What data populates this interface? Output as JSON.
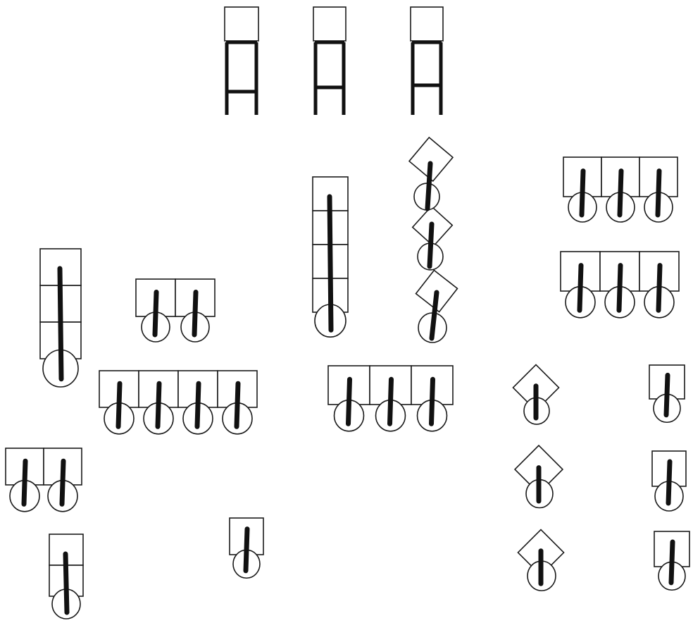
{
  "ink_color": "#111111",
  "paper_color": "#ffffff",
  "figures": [
    {
      "kind": "ladder",
      "squares": 1
    },
    {
      "kind": "ladder",
      "squares": 1
    },
    {
      "kind": "ladder",
      "squares": 1
    },
    {
      "kind": "vertical",
      "squares": 4
    },
    {
      "kind": "diamond-chain",
      "squares": 3
    },
    {
      "kind": "horizontal",
      "squares": 3
    },
    {
      "kind": "horizontal",
      "squares": 3
    },
    {
      "kind": "vertical",
      "squares": 3
    },
    {
      "kind": "horizontal",
      "squares": 2
    },
    {
      "kind": "horizontal",
      "squares": 4
    },
    {
      "kind": "horizontal",
      "squares": 3
    },
    {
      "kind": "diamond",
      "squares": 1
    },
    {
      "kind": "diamond",
      "squares": 1
    },
    {
      "kind": "diamond",
      "squares": 1
    },
    {
      "kind": "single",
      "squares": 1
    },
    {
      "kind": "single",
      "squares": 1
    },
    {
      "kind": "single",
      "squares": 1
    },
    {
      "kind": "horizontal",
      "squares": 2
    },
    {
      "kind": "vertical",
      "squares": 2
    },
    {
      "kind": "single",
      "squares": 1
    }
  ]
}
